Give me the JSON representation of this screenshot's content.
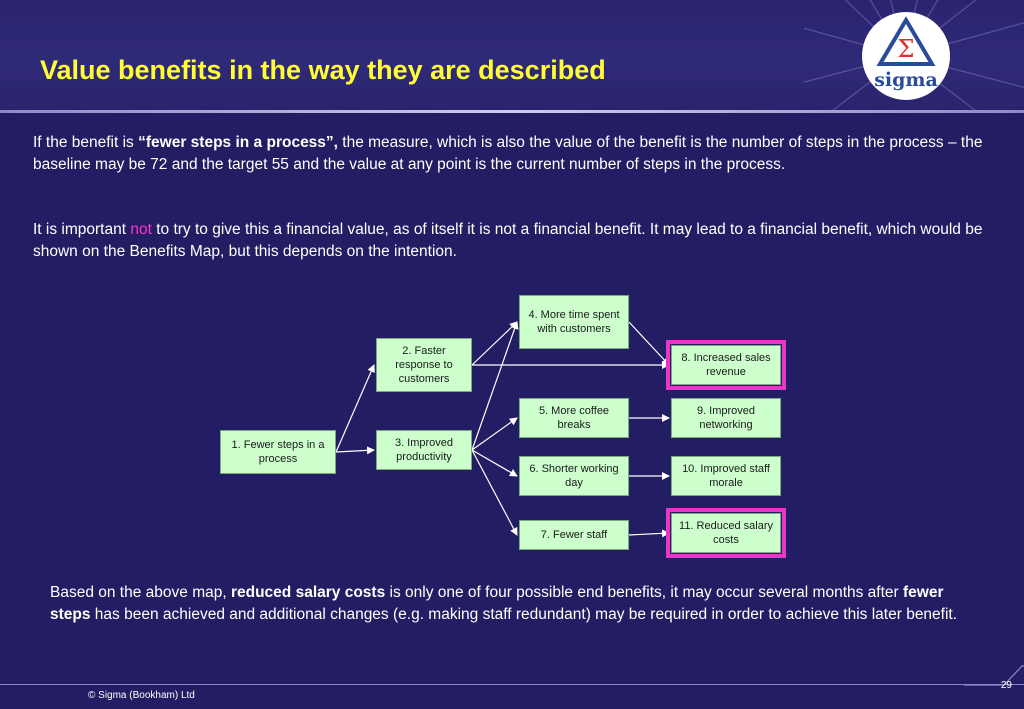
{
  "header": {
    "title": "Value benefits in the way they are described",
    "logo_text": "sigma",
    "logo_symbol": "Σ"
  },
  "intro": {
    "p1_before": "If the benefit is ",
    "p1_bold": "“fewer steps in a process”,",
    "p1_after": " the measure, which is also the value of the benefit is the number of steps in the process – the baseline may be 72 and the target 55 and the value at any point is the current number of steps in the process.",
    "p2_before": "It is important ",
    "p2_highlight": "not",
    "p2_after": " to try to give this a financial value, as of itself it is not a financial benefit.  It may lead to a financial benefit, which would be shown on the Benefits Map, but this depends on the intention."
  },
  "benefits_map": {
    "nodes": [
      {
        "id": "n1",
        "label": "1. Fewer steps in a process"
      },
      {
        "id": "n2",
        "label": "2. Faster response to customers"
      },
      {
        "id": "n3",
        "label": "3. Improved productivity"
      },
      {
        "id": "n4",
        "label": "4. More time spent with customers"
      },
      {
        "id": "n5",
        "label": "5. More coffee breaks"
      },
      {
        "id": "n6",
        "label": "6. Shorter working day"
      },
      {
        "id": "n7",
        "label": "7. Fewer staff"
      },
      {
        "id": "n8",
        "label": "8. Increased sales revenue"
      },
      {
        "id": "n9",
        "label": "9. Improved networking"
      },
      {
        "id": "n10",
        "label": "10. Improved staff morale"
      },
      {
        "id": "n11",
        "label": "11. Reduced salary costs"
      }
    ],
    "edges": [
      [
        "n1",
        "n2"
      ],
      [
        "n1",
        "n3"
      ],
      [
        "n2",
        "n4"
      ],
      [
        "n2",
        "n8"
      ],
      [
        "n3",
        "n4"
      ],
      [
        "n3",
        "n5"
      ],
      [
        "n3",
        "n6"
      ],
      [
        "n3",
        "n7"
      ],
      [
        "n4",
        "n8"
      ],
      [
        "n5",
        "n9"
      ],
      [
        "n6",
        "n10"
      ],
      [
        "n7",
        "n11"
      ]
    ],
    "highlighted": [
      "n8",
      "n11"
    ],
    "colors": {
      "node_fill": "#ccffcc",
      "highlight": "#e836c8",
      "arrow": "#ffffff"
    }
  },
  "conclusion": {
    "c_before": "Based on the above map, ",
    "c_bold1": "reduced salary costs",
    "c_mid": " is only one of four possible end benefits, it may occur several months after ",
    "c_bold2": "fewer steps",
    "c_after": " has been achieved and additional changes (e.g. making staff redundant) may be required in order to achieve this later benefit."
  },
  "footer": {
    "copyright": "© Sigma (Bookham) Ltd",
    "page_number": "29"
  },
  "colors": {
    "background": "#231d63",
    "title": "#ffff33",
    "emphasis": "#ff33cc"
  }
}
